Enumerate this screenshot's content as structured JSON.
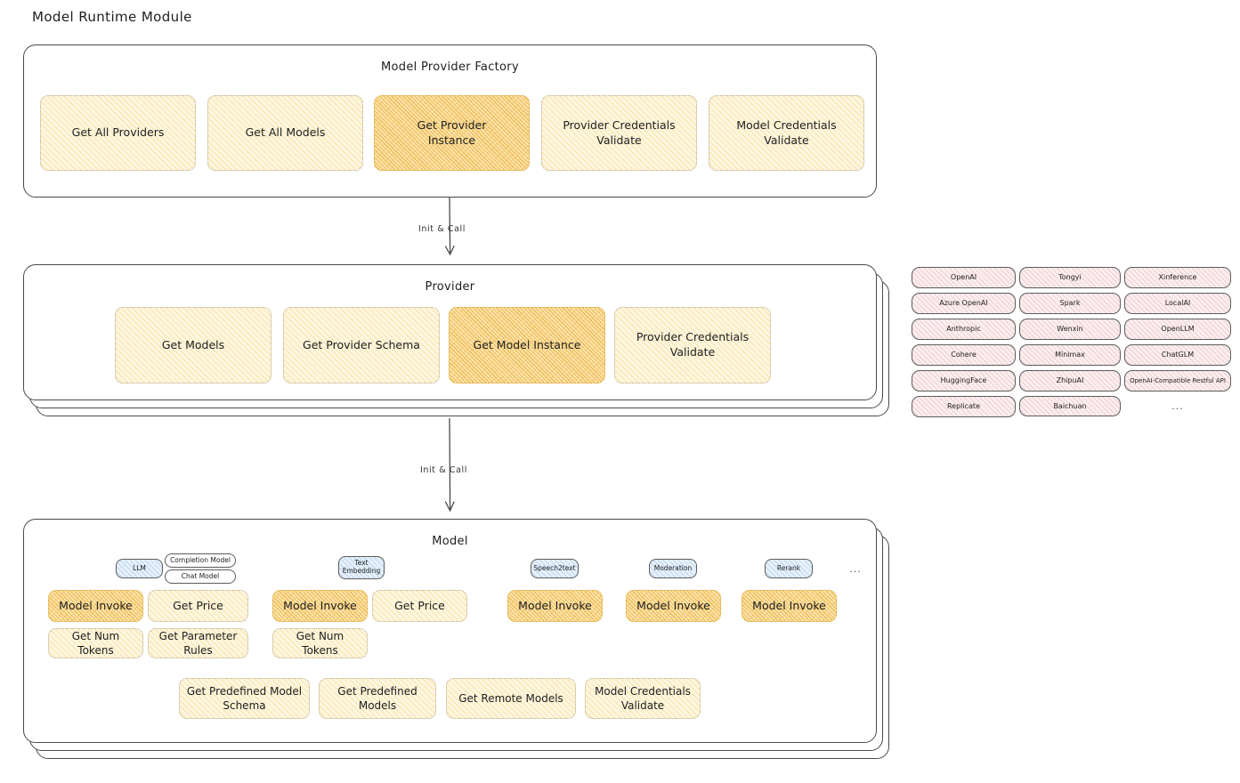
{
  "page": {
    "title": "Model Runtime Module"
  },
  "factory": {
    "title": "Model Provider Factory",
    "nodes": [
      {
        "label": "Get All Providers",
        "highlight": false
      },
      {
        "label": "Get All Models",
        "highlight": false
      },
      {
        "label": "Get Provider\nInstance",
        "highlight": true
      },
      {
        "label": "Provider Credentials\nValidate",
        "highlight": false
      },
      {
        "label": "Model Credentials\nValidate",
        "highlight": false
      }
    ]
  },
  "arrow_factory_to_provider": {
    "label": "Init & Call"
  },
  "provider": {
    "title": "Provider",
    "nodes": [
      {
        "label": "Get Models",
        "highlight": false
      },
      {
        "label": "Get Provider Schema",
        "highlight": false
      },
      {
        "label": "Get Model Instance",
        "highlight": true
      },
      {
        "label": "Provider Credentials\nValidate",
        "highlight": false
      }
    ]
  },
  "arrow_provider_to_model": {
    "label": "Init & Call"
  },
  "provider_list": {
    "columns": [
      {
        "items": [
          "OpenAI",
          "Azure OpenAI",
          "Anthropic",
          "Cohere",
          "HuggingFace",
          "Replicate"
        ]
      },
      {
        "items": [
          "Tongyi",
          "Spark",
          "Wenxin",
          "Minimax",
          "ZhipuAI",
          "Baichuan"
        ]
      },
      {
        "items": [
          "Xinference",
          "LocalAI",
          "OpenLLM",
          "ChatGLM",
          "OpenAI-Compatible Restful API"
        ]
      }
    ],
    "more": "..."
  },
  "model": {
    "title": "Model",
    "more": "...",
    "types": [
      {
        "badge": "LLM",
        "sub_badges": [
          "Completion Model",
          "Chat Model"
        ],
        "methods": [
          {
            "label": "Model Invoke",
            "highlight": true
          },
          {
            "label": "Get Price",
            "highlight": false
          },
          {
            "label": "Get Num Tokens",
            "highlight": false
          },
          {
            "label": "Get Parameter\nRules",
            "highlight": false
          }
        ]
      },
      {
        "badge": "Text\nEmbedding",
        "sub_badges": [],
        "methods": [
          {
            "label": "Model Invoke",
            "highlight": true
          },
          {
            "label": "Get Price",
            "highlight": false
          },
          {
            "label": "Get Num Tokens",
            "highlight": false
          }
        ]
      },
      {
        "badge": "Speech2text",
        "sub_badges": [],
        "methods": [
          {
            "label": "Model Invoke",
            "highlight": true
          }
        ]
      },
      {
        "badge": "Moderation",
        "sub_badges": [],
        "methods": [
          {
            "label": "Model Invoke",
            "highlight": true
          }
        ]
      },
      {
        "badge": "Rerank",
        "sub_badges": [],
        "methods": [
          {
            "label": "Model Invoke",
            "highlight": true
          }
        ]
      }
    ],
    "shared_methods": [
      {
        "label": "Get Predefined Model\nSchema"
      },
      {
        "label": "Get Predefined\nModels"
      },
      {
        "label": "Get Remote Models"
      },
      {
        "label": "Model Credentials\nValidate"
      }
    ]
  },
  "colors": {
    "node_fill": "#fdf6e0",
    "node_highlight_fill": "#fbe6b4",
    "chip_fill": "#fbeff0",
    "badge_fill": "#e7f1fb",
    "stroke": "#4a4a4a",
    "text": "#1e1e1e"
  }
}
